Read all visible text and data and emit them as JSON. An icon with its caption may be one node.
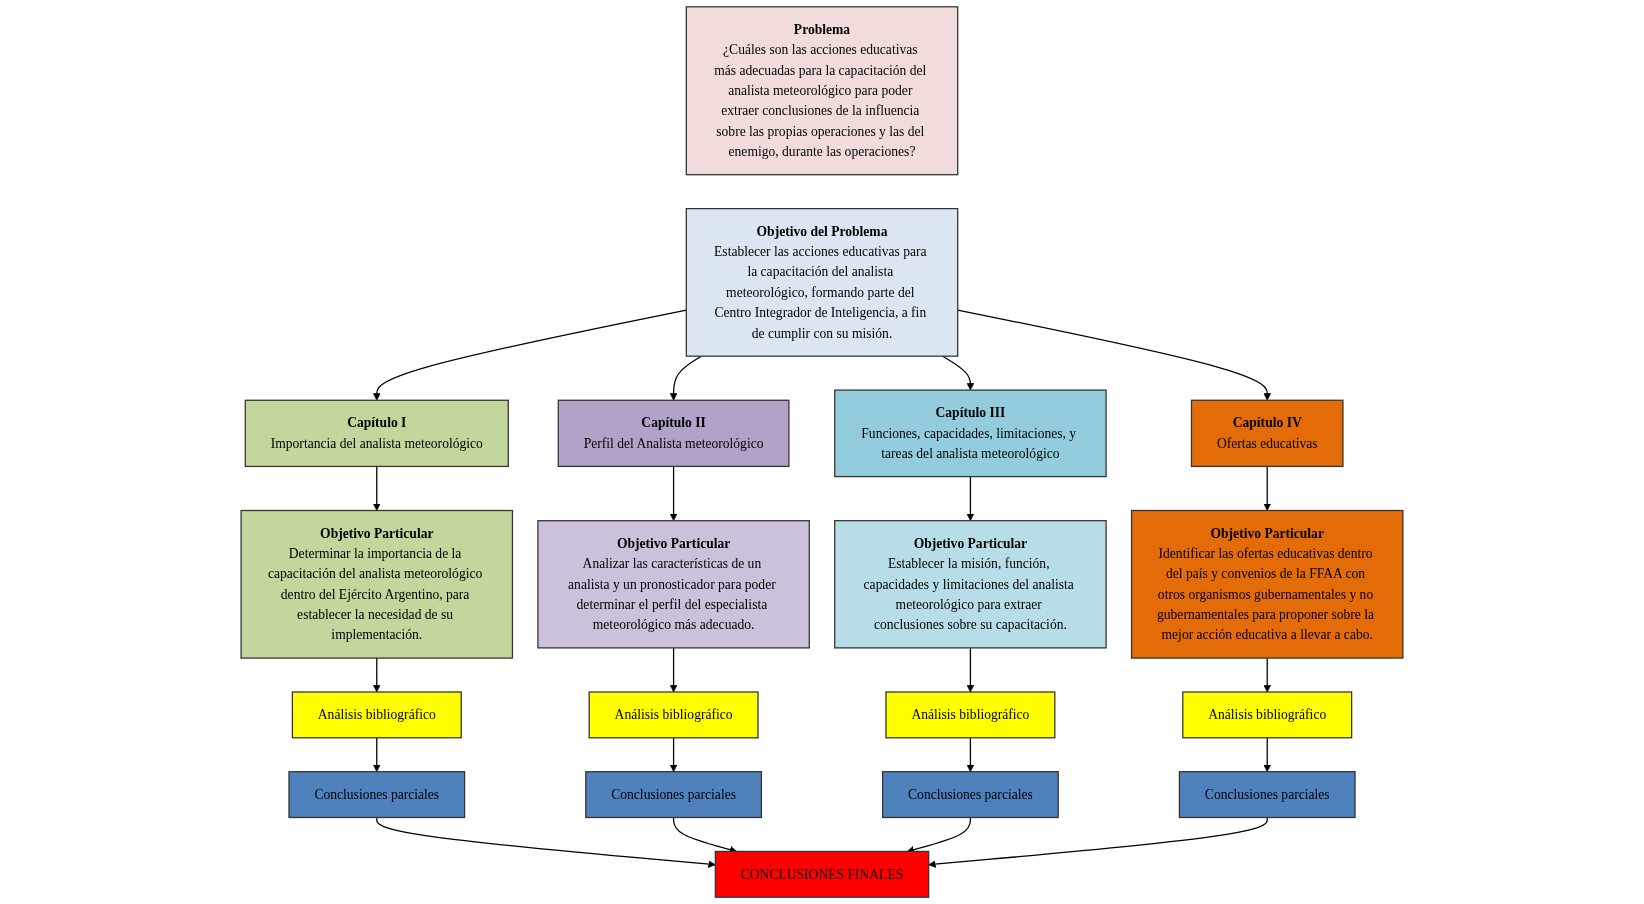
{
  "diagram": {
    "nodes": [
      {
        "text": [
          "Problema",
          "¿Cuáles son las acciones educativas más adecuadas para la capacitación del analista meteorológico para poder extraer conclusiones de la influencia sobre las propias operaciones y las del enemigo, durante las operaciones?"
        ]
      },
      {
        "text": [
          "Objetivo del Problema",
          "Establecer las acciones educativas para la capacitación del analista meteorológico, formando parte del Centro Integrador de Inteligencia, a fin de cumplir con su misión."
        ]
      },
      {
        "text": [
          "Capítulo I",
          "Importancia del analista meteorológico"
        ]
      },
      {
        "text": [
          "Capítulo II",
          "Perfil del Analista meteorológico"
        ]
      },
      {
        "text": [
          "Capítulo III",
          "Funciones, capacidades, limitaciones, y tareas del analista meteorológico"
        ]
      },
      {
        "text": [
          "Capítulo IV",
          "Ofertas educativas"
        ]
      },
      {
        "text": [
          "Objetivo Particular",
          "Determinar la importancia de la capacitación del analista meteorológico dentro del Ejército Argentino, para establecer la necesidad de su implementación."
        ]
      },
      {
        "text": [
          "Objetivo Particular",
          "Analizar las características de un analista y un pronosticador para poder determinar el perfil del especialista meteorológico más adecuado."
        ]
      },
      {
        "text": [
          "Objetivo Particular",
          "Establecer la misión, función, capacidades y limitaciones del analista meteorológico para extraer conclusiones sobre su capacitación."
        ]
      },
      {
        "text": [
          "Objetivo Particular",
          "Identificar las ofertas educativas dentro del país y convenios de la FFAA con otros organismos gubernamentales y no gubernamentales para proponer sobre la mejor acción educativa a llevar a cabo."
        ]
      },
      {
        "text": [
          "Análisis bibliográfico"
        ]
      },
      {
        "text": [
          "Análisis bibliográfico"
        ]
      },
      {
        "text": [
          "Análisis bibliográfico"
        ]
      },
      {
        "text": [
          "Análisis bibliográfico"
        ]
      },
      {
        "text": [
          "Conclusiones parciales"
        ]
      },
      {
        "text": [
          "Conclusiones parciales"
        ]
      },
      {
        "text": [
          "Conclusiones parciales"
        ]
      },
      {
        "text": [
          "Conclusiones parciales"
        ]
      },
      {
        "text": [
          "CONCLUSIONES FINALES"
        ]
      }
    ],
    "edges": [
      {
        "from": 1,
        "to": 2,
        "arrow": "to"
      },
      {
        "from": 1,
        "to": 3,
        "arrow": "to"
      },
      {
        "from": 1,
        "to": 4,
        "arrow": "to"
      },
      {
        "from": 1,
        "to": 5,
        "arrow": "to"
      },
      {
        "from": 2,
        "to": 6,
        "arrow": "to"
      },
      {
        "from": 3,
        "to": 7,
        "arrow": "to"
      },
      {
        "from": 4,
        "to": 8,
        "arrow": "to"
      },
      {
        "from": 5,
        "to": 9,
        "arrow": "to"
      },
      {
        "from": 6,
        "to": 10,
        "arrow": "to"
      },
      {
        "from": 7,
        "to": 11,
        "arrow": "to"
      },
      {
        "from": 8,
        "to": 12,
        "arrow": "to"
      },
      {
        "from": 9,
        "to": 13,
        "arrow": "to"
      },
      {
        "from": 10,
        "to": 14,
        "arrow": "to"
      },
      {
        "from": 11,
        "to": 15,
        "arrow": "to"
      },
      {
        "from": 12,
        "to": 16,
        "arrow": "to"
      },
      {
        "from": 13,
        "to": 17,
        "arrow": "to"
      },
      {
        "from": 14,
        "to": 18,
        "arrow": "to"
      },
      {
        "from": 15,
        "to": 18,
        "arrow": "to"
      },
      {
        "from": 16,
        "to": 18,
        "arrow": "to"
      },
      {
        "from": 17,
        "to": 18,
        "arrow": "to"
      }
    ]
  }
}
